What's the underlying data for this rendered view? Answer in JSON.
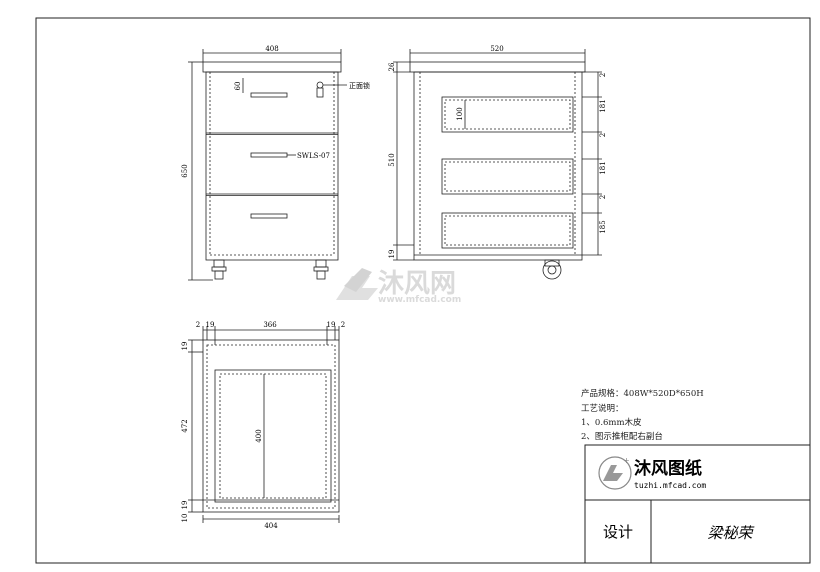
{
  "front_view": {
    "width_label": "408",
    "height_label": "650",
    "handle_offset_label": "60",
    "lock_label": "正面锁",
    "handle_label": "SWLS-07"
  },
  "side_view": {
    "depth_label": "520",
    "top_label": "26",
    "body_label": "510",
    "base_label": "19",
    "inner_height_label": "100",
    "right_labels": [
      "2",
      "181",
      "2",
      "181",
      "2",
      "185"
    ]
  },
  "plan_view": {
    "top_labels": [
      "2",
      "19",
      "366",
      "19",
      "2"
    ],
    "left_labels": [
      "19",
      "472",
      "19",
      "10"
    ],
    "inner_height_label": "400",
    "bottom_width_label": "404"
  },
  "notes": {
    "spec": "产品规格：408W*520D*650H",
    "process_title": "工艺说明：",
    "item1": "1、0.6mm木皮",
    "item2": "2、图示推柜配右副台"
  },
  "title_block": {
    "brand": "沐风图纸",
    "url": "tuzhi.mfcad.com",
    "design_label": "设计",
    "designer": "梁秘荣"
  },
  "watermark": {
    "cn": "沐风网",
    "url": "www.mfcad.com"
  }
}
